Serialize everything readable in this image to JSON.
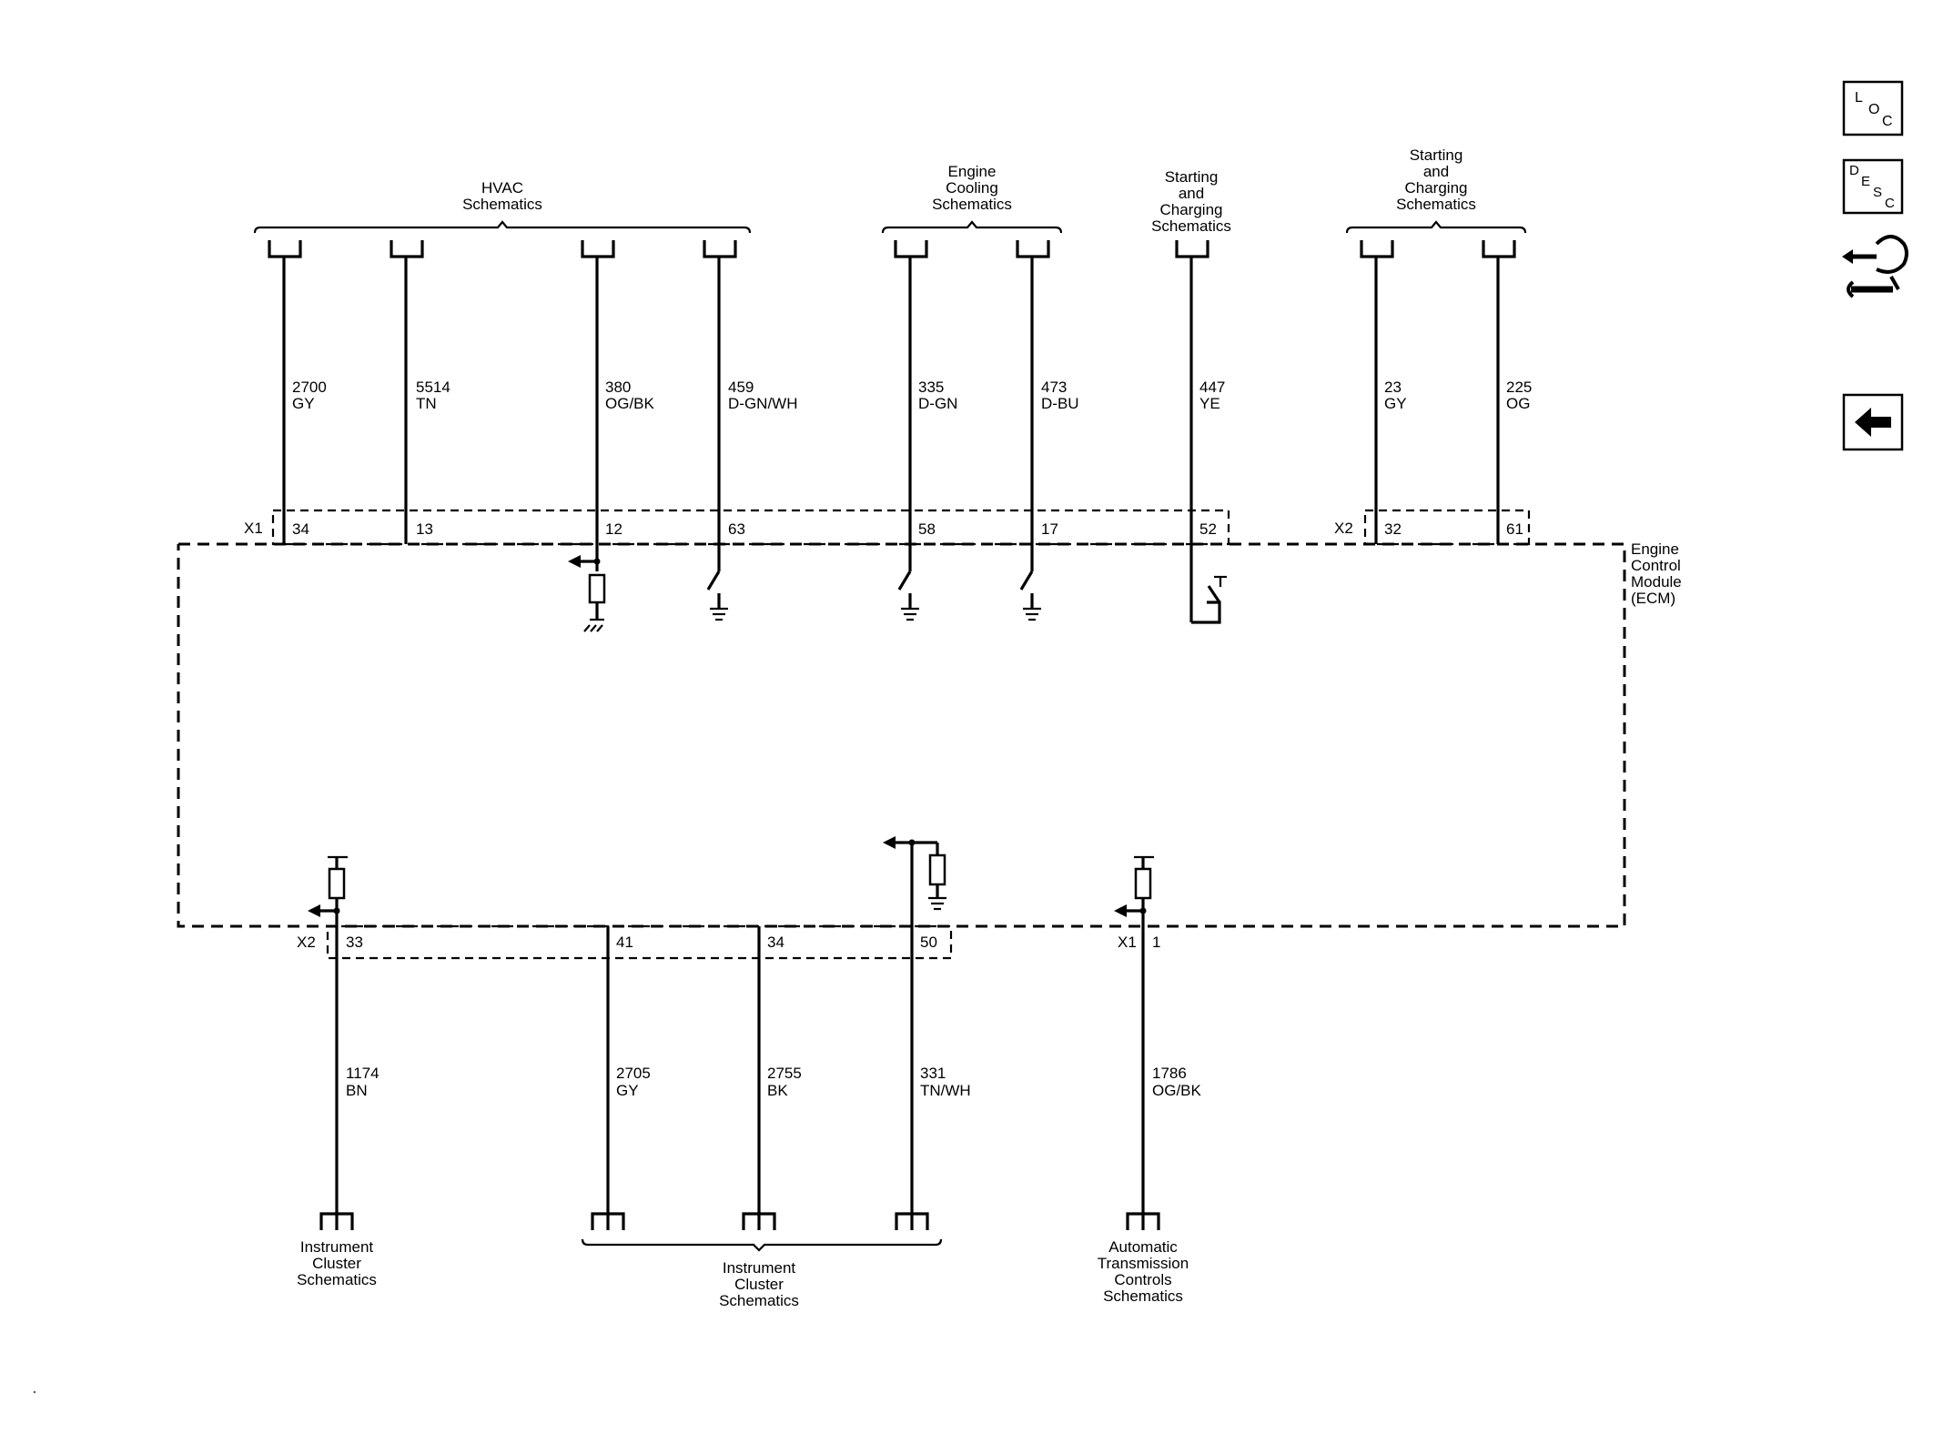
{
  "module": {
    "name_lines": [
      "Engine",
      "Control",
      "Module",
      "(ECM)"
    ]
  },
  "top_groups": [
    {
      "lines": [
        "HVAC",
        "Schematics"
      ]
    },
    {
      "lines": [
        "Engine",
        "Cooling",
        "Schematics"
      ]
    },
    {
      "lines": [
        "Starting",
        "and",
        "Charging",
        "Schematics"
      ]
    },
    {
      "lines": [
        "Starting",
        "and",
        "Charging",
        "Schematics"
      ]
    }
  ],
  "bottom_groups": [
    {
      "lines": [
        "Instrument",
        "Cluster",
        "Schematics"
      ]
    },
    {
      "lines": [
        "Instrument",
        "Cluster",
        "Schematics"
      ]
    },
    {
      "lines": [
        "Automatic",
        "Transmission",
        "Controls",
        "Schematics"
      ]
    }
  ],
  "connectors": {
    "top_x1": "X1",
    "top_x2": "X2",
    "bottom_x2": "X2",
    "bottom_x1": "X1"
  },
  "top_circuits": [
    {
      "circuit": "2700",
      "color": "GY",
      "pin": "34"
    },
    {
      "circuit": "5514",
      "color": "TN",
      "pin": "13"
    },
    {
      "circuit": "380",
      "color": "OG/BK",
      "pin": "12"
    },
    {
      "circuit": "459",
      "color": "D-GN/WH",
      "pin": "63"
    },
    {
      "circuit": "335",
      "color": "D-GN",
      "pin": "58"
    },
    {
      "circuit": "473",
      "color": "D-BU",
      "pin": "17"
    },
    {
      "circuit": "447",
      "color": "YE",
      "pin": "52"
    },
    {
      "circuit": "23",
      "color": "GY",
      "pin": "32"
    },
    {
      "circuit": "225",
      "color": "OG",
      "pin": "61"
    }
  ],
  "bottom_circuits": [
    {
      "circuit": "1174",
      "color": "BN",
      "pin": "33"
    },
    {
      "circuit": "2705",
      "color": "GY",
      "pin": "41"
    },
    {
      "circuit": "2755",
      "color": "BK",
      "pin": "34"
    },
    {
      "circuit": "331",
      "color": "TN/WH",
      "pin": "50"
    },
    {
      "circuit": "1786",
      "color": "OG/BK",
      "pin": "1"
    }
  ],
  "nav": {
    "loc_letters": [
      "L",
      "O",
      "C"
    ],
    "desc_letters": [
      "D",
      "E",
      "S",
      "C"
    ]
  },
  "icons": [
    "loc-icon",
    "desc-icon",
    "connector-tool-icon",
    "back-arrow-icon"
  ]
}
